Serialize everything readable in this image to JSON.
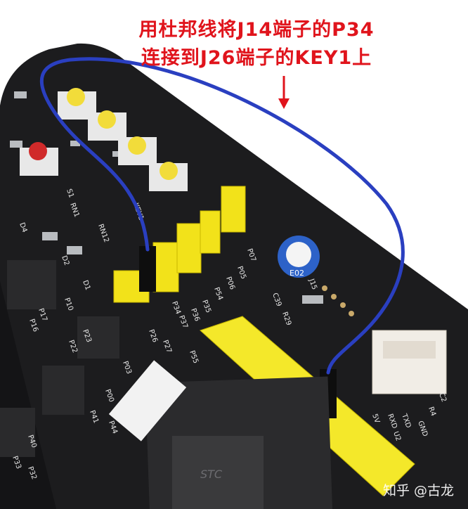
{
  "annotation": {
    "line1": "用杜邦线将J14端子的P34",
    "line2": "连接到J26端子的KEY1上",
    "color": "#e0141c",
    "arrow_icon": "down-arrow"
  },
  "watermark": "知乎 @古龙",
  "board": {
    "labels": [
      "S1",
      "KEY1",
      "RN1",
      "RN12",
      "D1",
      "D2",
      "D4",
      "P17",
      "P16",
      "P10",
      "P55",
      "P54",
      "P26",
      "P27",
      "P37",
      "P36",
      "P35",
      "P34",
      "P06",
      "P05",
      "P07",
      "R29",
      "C39",
      "J15",
      "5V",
      "RXD",
      "TXD",
      "GND",
      "U2",
      "C2",
      "R4",
      "P40",
      "P41",
      "P00",
      "P03",
      "P22",
      "P23",
      "P44",
      "P32",
      "P33"
    ],
    "potentiometer_label": "E02",
    "chip_label": "STC",
    "wire_color": "#2a3fc0",
    "pcb_color": "#1c1c1e",
    "jumper_color": "#f2e21a"
  }
}
